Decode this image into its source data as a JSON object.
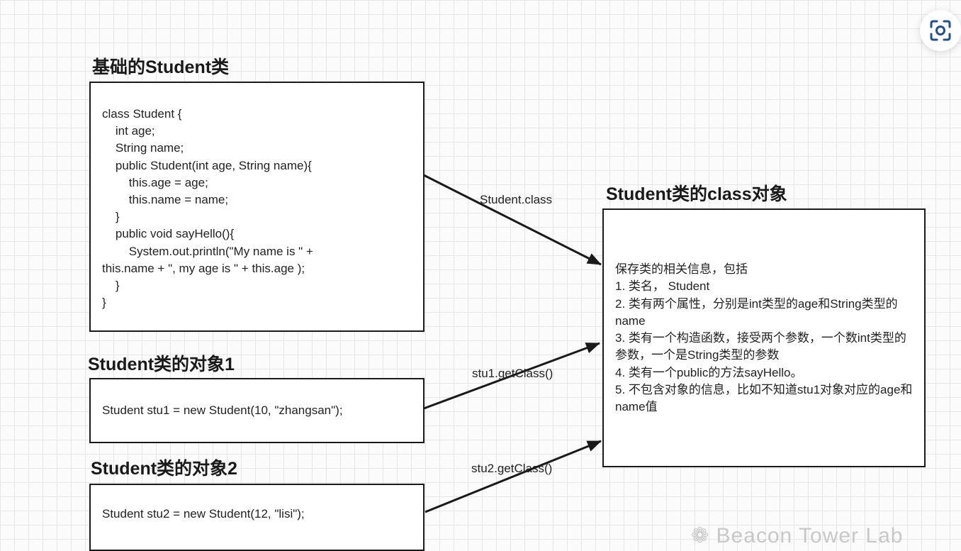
{
  "diagram": {
    "base_class": {
      "title": "基础的Student类",
      "code": "class Student {\n    int age;\n    String name;\n    public Student(int age, String name){\n        this.age = age;\n        this.name = name;\n    }\n    public void sayHello(){\n        System.out.println(\"My name is \" +\nthis.name + \", my age is \" + this.age );\n    }\n}"
    },
    "object1": {
      "title": "Student类的对象1",
      "code": "Student stu1 = new Student(10, \"zhangsan\");"
    },
    "object2": {
      "title": "Student类的对象2",
      "code": "Student stu2 = new Student(12, \"lisi\");"
    },
    "class_object": {
      "title": "Student类的class对象",
      "lines": [
        "保存类的相关信息，包括",
        "1.  类名，  Student",
        "2. 类有两个属性，分别是int类型的age和String类型的name",
        "3. 类有一个构造函数，接受两个参数，一个数int类型的参数，一个是String类型的参数",
        "4. 类有一个public的方法sayHello。",
        "5. 不包含对象的信息，比如不知道stu1对象对应的age和name值"
      ]
    },
    "edges": [
      {
        "label": "Student.class",
        "from": "基础的Student类",
        "to": "Student类的class对象"
      },
      {
        "label": "stu1.getClass()",
        "from": "Student类的对象1",
        "to": "Student类的class对象"
      },
      {
        "label": "stu2.getClass()",
        "from": "Student类的对象2",
        "to": "Student类的class对象"
      }
    ]
  },
  "toolbar": {
    "scan_icon": "scan-icon"
  },
  "watermark": "Beacon Tower Lab"
}
